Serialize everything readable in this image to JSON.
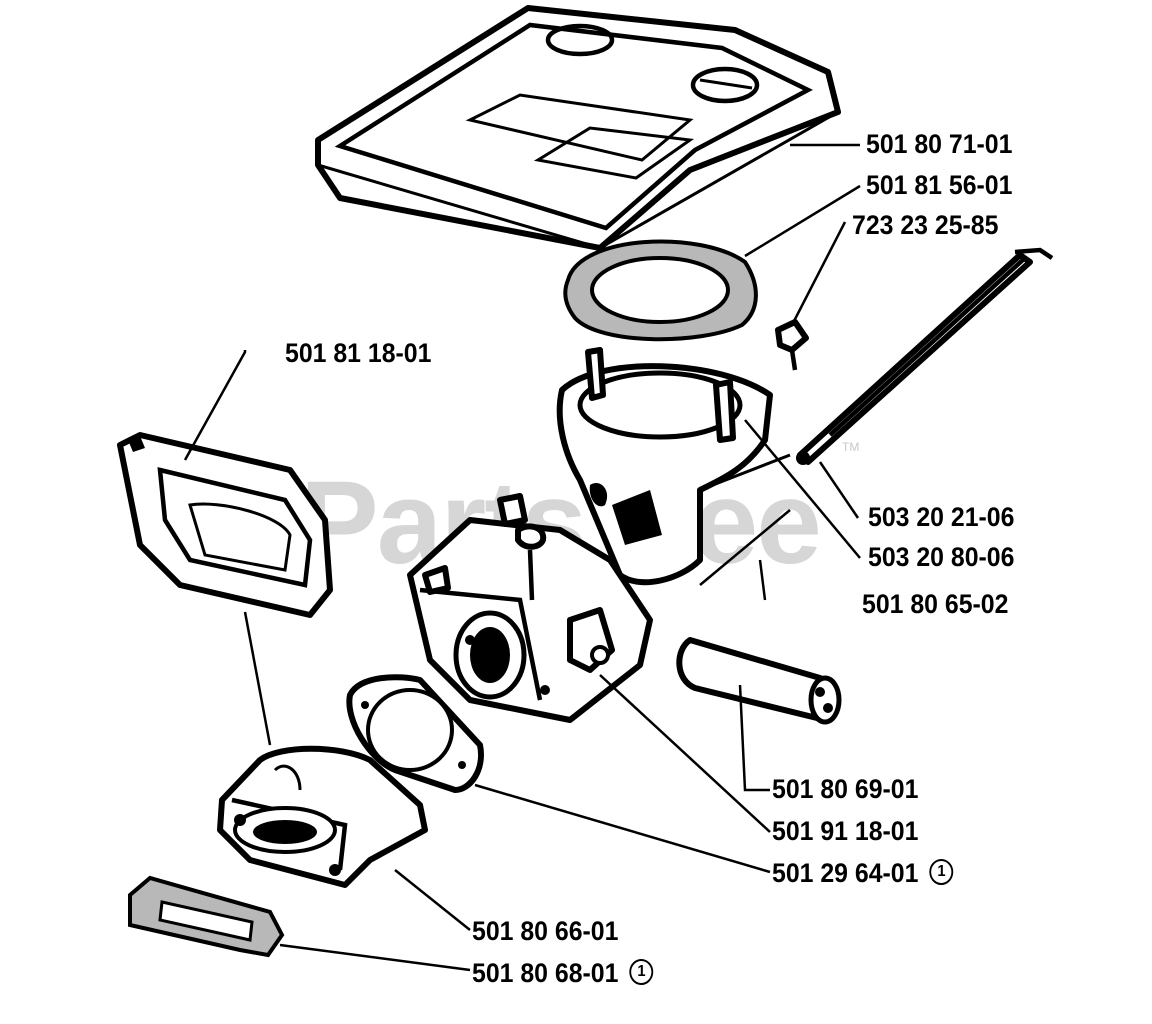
{
  "watermark": {
    "text": "PartsTree",
    "trademark": "TM"
  },
  "footnote_symbol": "①",
  "parts": [
    {
      "number": "501 80 71-01",
      "note": ""
    },
    {
      "number": "501 81 56-01",
      "note": ""
    },
    {
      "number": "723 23 25-85",
      "note": ""
    },
    {
      "number": "501 81 18-01",
      "note": ""
    },
    {
      "number": "503 20 21-06",
      "note": ""
    },
    {
      "number": "503 20 80-06",
      "note": ""
    },
    {
      "number": "501 80 65-02",
      "note": ""
    },
    {
      "number": "501 80 69-01",
      "note": ""
    },
    {
      "number": "501 91 18-01",
      "note": ""
    },
    {
      "number": "501 29 64-01",
      "note": "①"
    },
    {
      "number": "501 80 66-01",
      "note": ""
    },
    {
      "number": "501 80 68-01",
      "note": "①"
    }
  ]
}
